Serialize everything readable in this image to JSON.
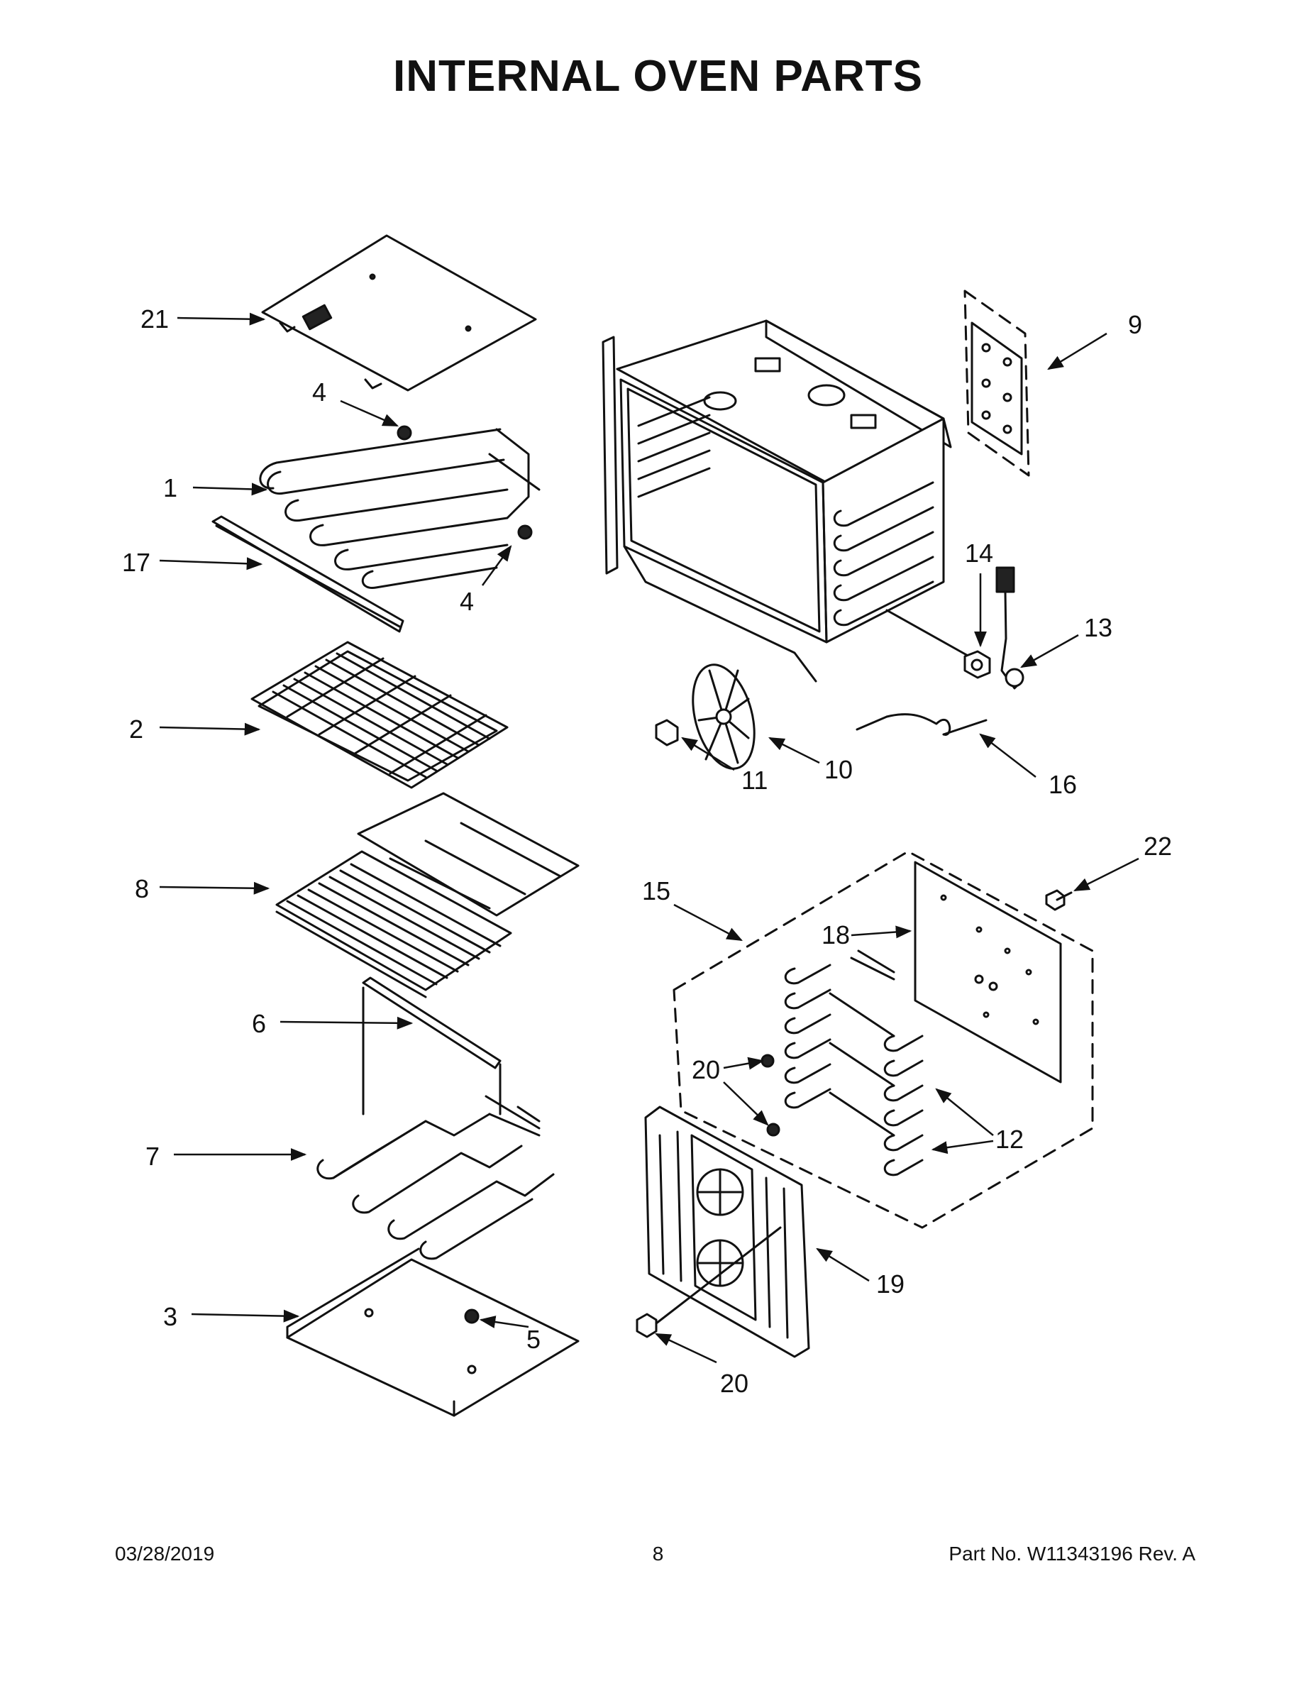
{
  "page": {
    "title": "INTERNAL OVEN PARTS"
  },
  "callouts": [
    "21",
    "4",
    "1",
    "4",
    "17",
    "2",
    "8",
    "6",
    "7",
    "3",
    "5",
    "9",
    "14",
    "13",
    "10",
    "11",
    "16",
    "22",
    "15",
    "18",
    "20",
    "12",
    "20",
    "19",
    "20"
  ],
  "footer": {
    "date": "03/28/2019",
    "page_number": "8",
    "part_info": "Part No.  W11343196  Rev.  A"
  }
}
